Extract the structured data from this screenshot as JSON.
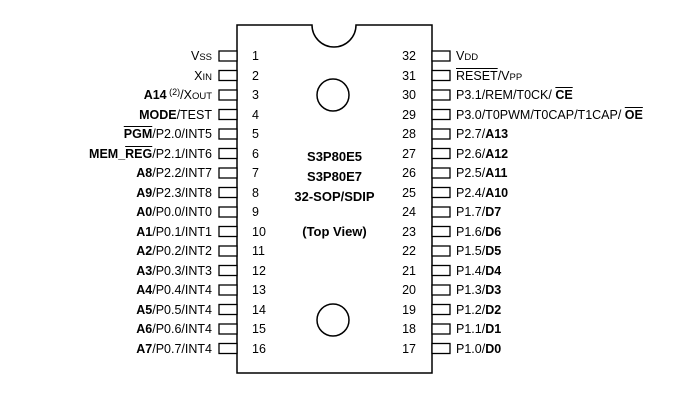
{
  "chip": {
    "names": [
      "S3P80E5",
      "S3P80E7"
    ],
    "package": "32-SOP/SDIP",
    "view": "(Top View)"
  },
  "left_pins": [
    {
      "num": "1",
      "label": [
        {
          "t": "V"
        },
        {
          "t": "SS",
          "c": "sub"
        }
      ]
    },
    {
      "num": "2",
      "label": [
        {
          "t": "X"
        },
        {
          "t": "IN",
          "c": "sub"
        }
      ]
    },
    {
      "num": "3",
      "label": [
        {
          "t": "A14",
          "c": "b"
        },
        {
          "t": " (2)",
          "c": "sup"
        },
        {
          "t": "/X"
        },
        {
          "t": "OUT",
          "c": "sub"
        }
      ]
    },
    {
      "num": "4",
      "label": [
        {
          "t": "MODE",
          "c": "b"
        },
        {
          "t": "/TEST"
        }
      ]
    },
    {
      "num": "5",
      "label": [
        {
          "t": "PGM",
          "c": "b ov"
        },
        {
          "t": "/P2.0/INT5"
        }
      ]
    },
    {
      "num": "6",
      "label": [
        {
          "t": "MEM_",
          "c": "b"
        },
        {
          "t": "REG",
          "c": "b ov"
        },
        {
          "t": "/P2.1/INT6"
        }
      ]
    },
    {
      "num": "7",
      "label": [
        {
          "t": "A8",
          "c": "b"
        },
        {
          "t": "/P2.2/INT7"
        }
      ]
    },
    {
      "num": "8",
      "label": [
        {
          "t": "A9",
          "c": "b"
        },
        {
          "t": "/P2.3/INT8"
        }
      ]
    },
    {
      "num": "9",
      "label": [
        {
          "t": "A0",
          "c": "b"
        },
        {
          "t": "/P0.0/INT0"
        }
      ]
    },
    {
      "num": "10",
      "label": [
        {
          "t": "A1",
          "c": "b"
        },
        {
          "t": "/P0.1/INT1"
        }
      ]
    },
    {
      "num": "11",
      "label": [
        {
          "t": "A2",
          "c": "b"
        },
        {
          "t": "/P0.2/INT2"
        }
      ]
    },
    {
      "num": "12",
      "label": [
        {
          "t": "A3",
          "c": "b"
        },
        {
          "t": "/P0.3/INT3"
        }
      ]
    },
    {
      "num": "13",
      "label": [
        {
          "t": "A4",
          "c": "b"
        },
        {
          "t": "/P0.4/INT4"
        }
      ]
    },
    {
      "num": "14",
      "label": [
        {
          "t": "A5",
          "c": "b"
        },
        {
          "t": "/P0.5/INT4"
        }
      ]
    },
    {
      "num": "15",
      "label": [
        {
          "t": "A6",
          "c": "b"
        },
        {
          "t": "/P0.6/INT4"
        }
      ]
    },
    {
      "num": "16",
      "label": [
        {
          "t": "A7",
          "c": "b"
        },
        {
          "t": "/P0.7/INT4"
        }
      ]
    }
  ],
  "right_pins": [
    {
      "num": "32",
      "label": [
        {
          "t": "V"
        },
        {
          "t": "DD",
          "c": "sub"
        }
      ]
    },
    {
      "num": "31",
      "label": [
        {
          "t": "RESET",
          "c": "ov"
        },
        {
          "t": "/V"
        },
        {
          "t": "PP",
          "c": "sub"
        }
      ]
    },
    {
      "num": "30",
      "label": [
        {
          "t": "P3.1/REM/T0CK/ "
        },
        {
          "t": "CE",
          "c": "b ov"
        }
      ]
    },
    {
      "num": "29",
      "label": [
        {
          "t": "P3.0/T0PWM/T0CAP/T1CAP/ "
        },
        {
          "t": "OE",
          "c": "b ov"
        }
      ]
    },
    {
      "num": "28",
      "label": [
        {
          "t": "P2.7/"
        },
        {
          "t": "A13",
          "c": "b"
        }
      ]
    },
    {
      "num": "27",
      "label": [
        {
          "t": "P2.6/"
        },
        {
          "t": "A12",
          "c": "b"
        }
      ]
    },
    {
      "num": "26",
      "label": [
        {
          "t": "P2.5/"
        },
        {
          "t": "A11",
          "c": "b"
        }
      ]
    },
    {
      "num": "25",
      "label": [
        {
          "t": "P2.4/"
        },
        {
          "t": "A10",
          "c": "b"
        }
      ]
    },
    {
      "num": "24",
      "label": [
        {
          "t": "P1.7/"
        },
        {
          "t": "D7",
          "c": "b"
        }
      ]
    },
    {
      "num": "23",
      "label": [
        {
          "t": "P1.6/"
        },
        {
          "t": "D6",
          "c": "b"
        }
      ]
    },
    {
      "num": "22",
      "label": [
        {
          "t": "P1.5/"
        },
        {
          "t": "D5",
          "c": "b"
        }
      ]
    },
    {
      "num": "21",
      "label": [
        {
          "t": "P1.4/"
        },
        {
          "t": "D4",
          "c": "b"
        }
      ]
    },
    {
      "num": "20",
      "label": [
        {
          "t": "P1.3/"
        },
        {
          "t": "D3",
          "c": "b"
        }
      ]
    },
    {
      "num": "19",
      "label": [
        {
          "t": "P1.2/"
        },
        {
          "t": "D2",
          "c": "b"
        }
      ]
    },
    {
      "num": "18",
      "label": [
        {
          "t": "P1.1/"
        },
        {
          "t": "D1",
          "c": "b"
        }
      ]
    },
    {
      "num": "17",
      "label": [
        {
          "t": "P1.0/"
        },
        {
          "t": "D0",
          "c": "b"
        }
      ]
    }
  ]
}
